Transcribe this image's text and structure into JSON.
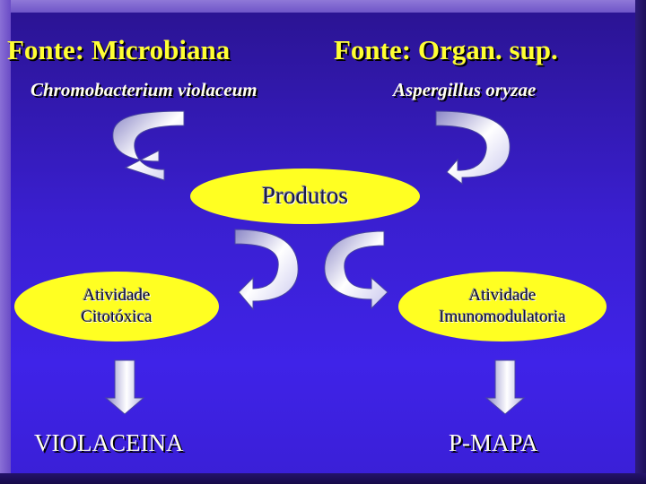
{
  "sources": {
    "microbial_title": "Fonte: Microbiana",
    "microbial_organism": "Chromobacterium violaceum",
    "superior_title": "Fonte: Organ. sup.",
    "superior_organism": "Aspergillus oryzae"
  },
  "center": {
    "label": "Produtos"
  },
  "activities": {
    "left_line1": "Atividade",
    "left_line2": "Citotóxica",
    "right_line1": "Atividade",
    "right_line2": "Imunomodulatoria"
  },
  "results": {
    "left": "VIOLACEINA",
    "right": "P-MAPA"
  },
  "colors": {
    "ellipse_fill": "#ffff22",
    "title_text": "#ffff33",
    "background": "#3a1fd0"
  }
}
